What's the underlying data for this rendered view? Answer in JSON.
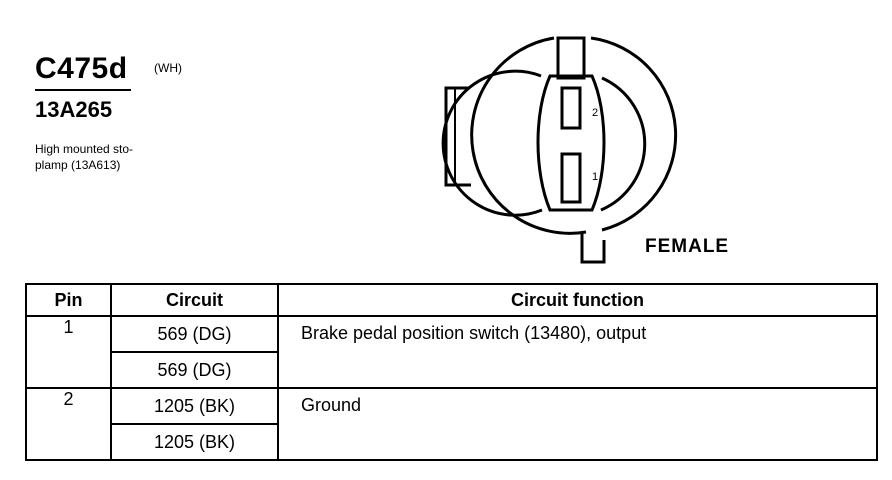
{
  "connector": {
    "id": "C475d",
    "color_code": "(WH)",
    "part_number": "13A265",
    "description_line1": "High mounted sto-",
    "description_line2": "plamp (13A613)",
    "gender": "FEMALE",
    "cavity_labels": [
      "2",
      "1"
    ]
  },
  "table": {
    "headers": [
      "Pin",
      "Circuit",
      "Circuit function"
    ],
    "rows": [
      {
        "pin": "1",
        "circuits": [
          "569 (DG)",
          "569 (DG)"
        ],
        "function": "Brake pedal position switch (13480), output"
      },
      {
        "pin": "2",
        "circuits": [
          "1205 (BK)",
          "1205 (BK)"
        ],
        "function": "Ground"
      }
    ]
  }
}
